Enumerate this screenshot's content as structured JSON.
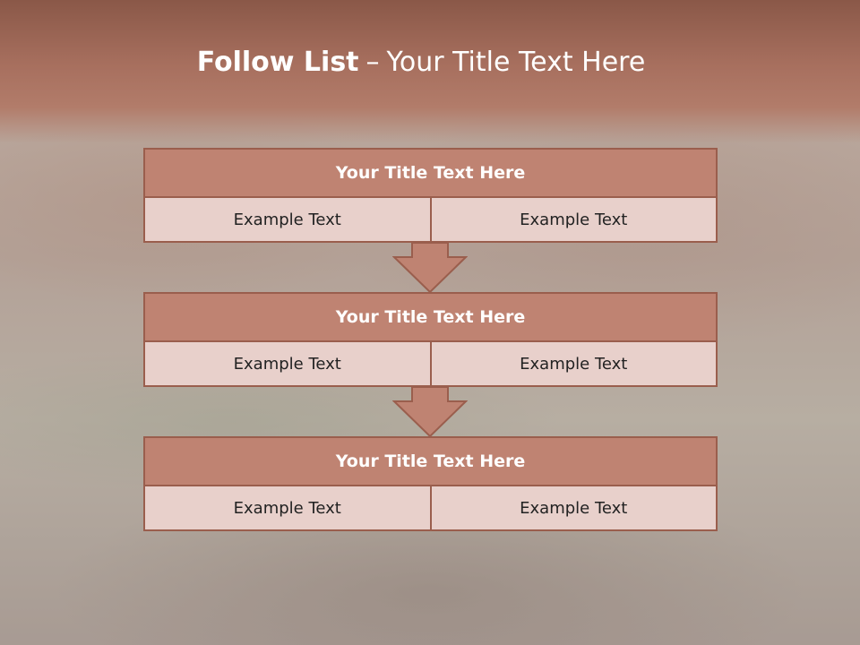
{
  "slide": {
    "title_bold": "Follow List",
    "title_dash": "–",
    "title_rest": "Your Title Text Here"
  },
  "steps": [
    {
      "title": "Your Title Text Here",
      "left": "Example Text",
      "right": "Example Text"
    },
    {
      "title": "Your Title Text Here",
      "left": "Example Text",
      "right": "Example Text"
    },
    {
      "title": "Your Title Text Here",
      "left": "Example Text",
      "right": "Example Text"
    }
  ],
  "colors": {
    "header": "#a76f5e",
    "block_title": "#bf8372",
    "block_cell": "#e8d0cb",
    "border": "#9a5e4d",
    "arrow": "#bf8372"
  },
  "icons": [
    "down-arrow-icon",
    "down-arrow-icon"
  ]
}
